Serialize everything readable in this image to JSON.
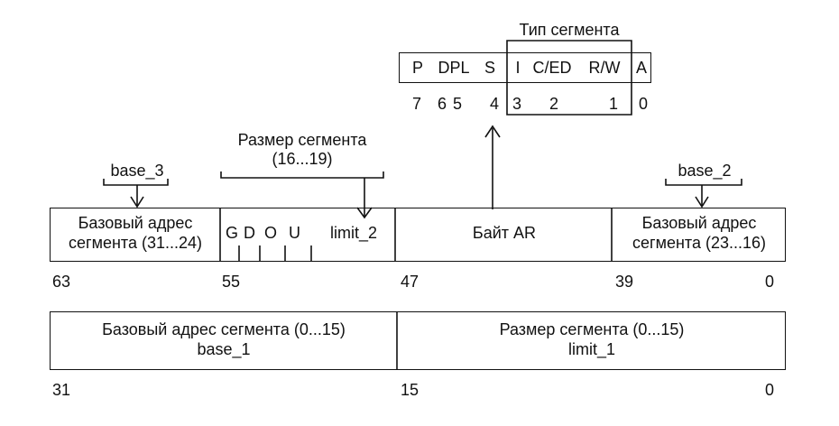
{
  "ar_byte": {
    "title": "Тип сегмента",
    "fields": [
      "P",
      "DPL",
      "S",
      "I",
      "C/ED",
      "R/W",
      "A"
    ],
    "bits": [
      "7",
      "6",
      "5",
      "4",
      "3",
      "2",
      "1",
      "0"
    ]
  },
  "upper_dword": {
    "base_3_tag": "base_3",
    "size_bracket_line1": "Размер сегмента",
    "size_bracket_line2": "(16...19)",
    "base_2_tag": "base_2",
    "field_base_high_line1": "Базовый адрес",
    "field_base_high_line2": "сегмента (31...24)",
    "flags": [
      "G",
      "D",
      "O",
      "U"
    ],
    "limit_2": "limit_2",
    "ar_label": "Байт  AR",
    "field_base_mid_line1": "Базовый адрес",
    "field_base_mid_line2": "сегмента (23...16)",
    "bit_labels": [
      "63",
      "55",
      "47",
      "39",
      "0"
    ]
  },
  "lower_dword": {
    "base_line1": "Базовый адрес сегмента (0...15)",
    "base_line2": "base_1",
    "limit_line1": "Размер сегмента (0...15)",
    "limit_line2": "limit_1",
    "bit_labels": [
      "31",
      "15",
      "0"
    ]
  }
}
